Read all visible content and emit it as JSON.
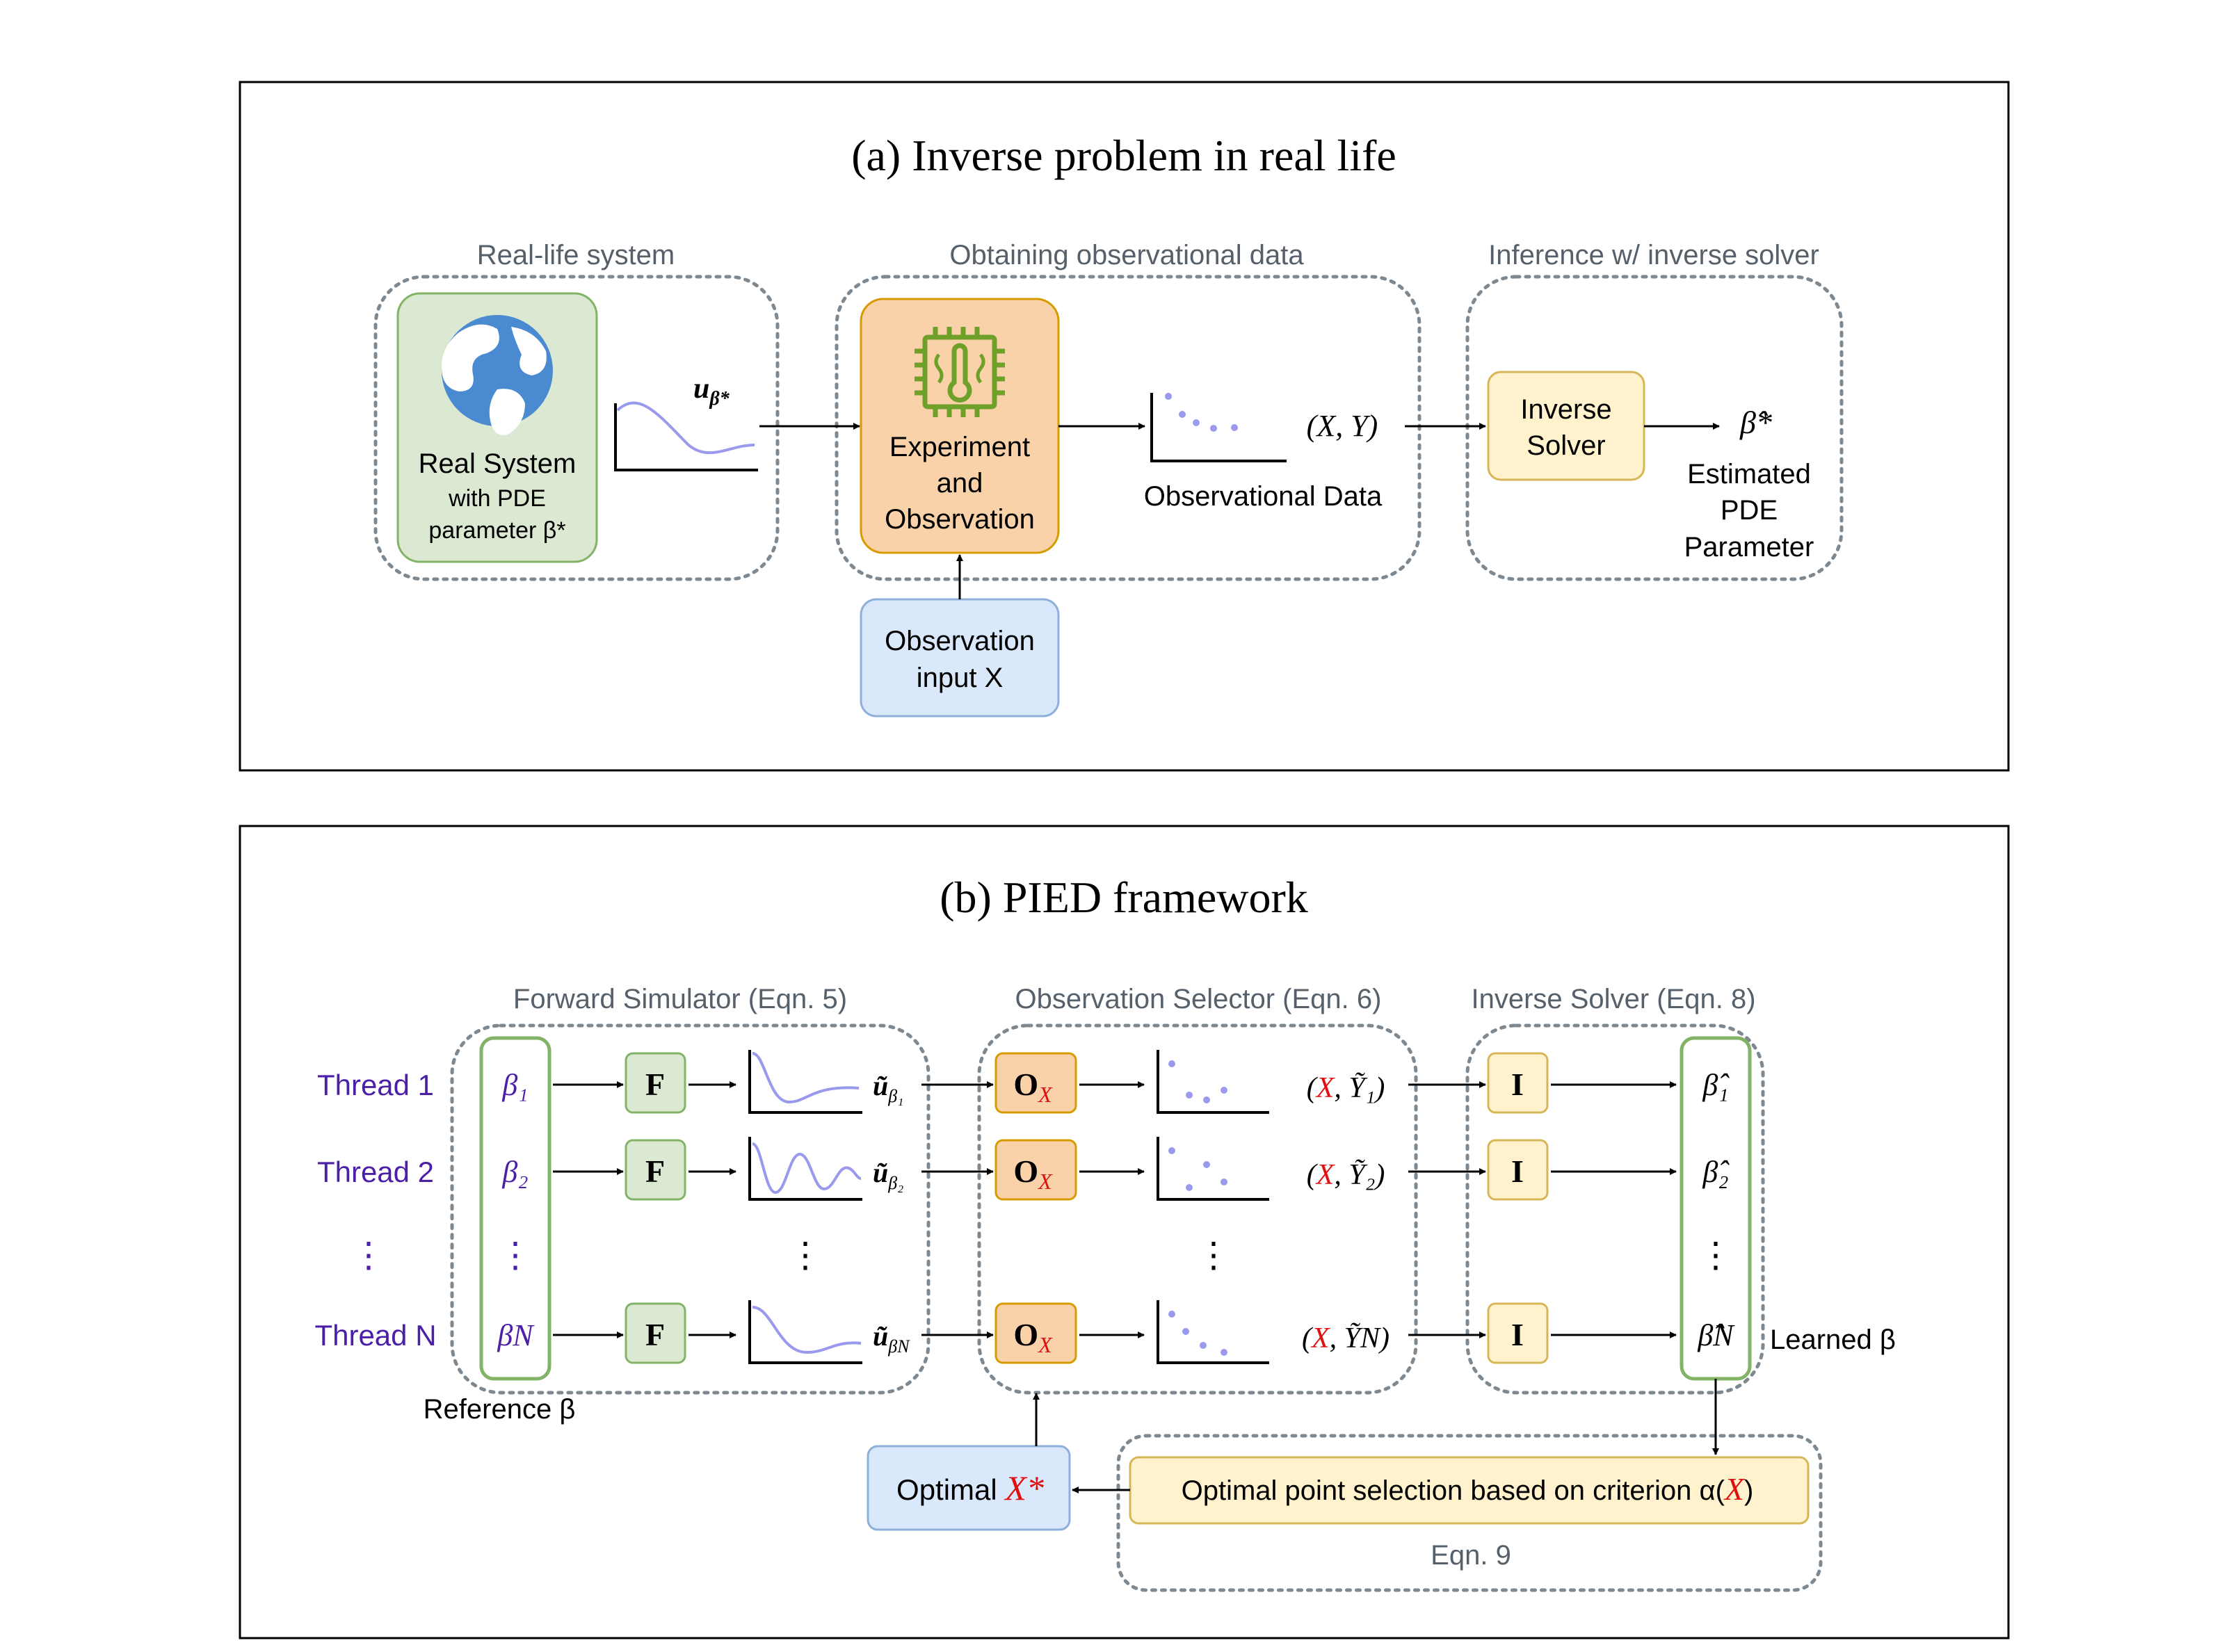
{
  "panel_a": {
    "title": "(a) Inverse problem in real life",
    "group_real": "Real-life system",
    "group_obs": "Obtaining observational data",
    "group_inf": "Inference w/ inverse solver",
    "real_system": {
      "line1": "Real System",
      "line2": "with PDE",
      "line3": "parameter β*"
    },
    "u_label": "u",
    "u_sub": "β*",
    "experiment": {
      "line1": "Experiment",
      "line2": "and",
      "line3": "Observation"
    },
    "obs_input": {
      "line1": "Observation",
      "line2": "input X"
    },
    "xy_label": "(X, Y)",
    "obs_data_label": "Observational Data",
    "inverse_solver": {
      "line1": "Inverse",
      "line2": "Solver"
    },
    "beta_hat": "β̂*",
    "estimated": {
      "line1": "Estimated",
      "line2": "PDE",
      "line3": "Parameter"
    }
  },
  "panel_b": {
    "title": "(b) PIED framework",
    "group_forward": "Forward Simulator (Eqn. 5)",
    "group_selector": "Observation Selector (Eqn. 6)",
    "group_inverse": "Inverse Solver (Eqn. 8)",
    "threads": [
      {
        "label": "Thread 1",
        "beta": "β₁",
        "F": "F",
        "u": "ũ",
        "u_sub": "β₁",
        "O": "O",
        "O_sub": "X",
        "pair_x": "X",
        "pair_y": "Ỹ₁",
        "I": "I",
        "beta_hat": "β̂₁"
      },
      {
        "label": "Thread 2",
        "beta": "β₂",
        "F": "F",
        "u": "ũ",
        "u_sub": "β₂",
        "O": "O",
        "O_sub": "X",
        "pair_x": "X",
        "pair_y": "Ỹ₂",
        "I": "I",
        "beta_hat": "β̂₂"
      },
      {
        "label": "Thread N",
        "beta": "βN",
        "F": "F",
        "u": "ũ",
        "u_sub": "βN",
        "O": "O",
        "O_sub": "X",
        "pair_x": "X",
        "pair_y": "ỸN",
        "I": "I",
        "beta_hat": "β̂N"
      }
    ],
    "dots": "⋮",
    "reference_beta": "Reference β",
    "learned_beta": "Learned β",
    "optimal": {
      "text": "Optimal ",
      "x": "X*"
    },
    "criterion": {
      "text": "Optimal point selection based on criterion α(",
      "x": "X",
      "close": ")"
    },
    "eqn9": "Eqn. 9"
  },
  "colors": {
    "green_fill": "#dbe9d3",
    "green_stroke": "#82b366",
    "orange_fill": "#f9d2a9",
    "orange_stroke": "#d79b00",
    "blue_fill": "#dae8fc",
    "blue_stroke": "#8fb0d8",
    "yellow_fill": "#fff2cc",
    "yellow_stroke": "#d6b656",
    "purple": "#4b1fa8",
    "red": "#e01010",
    "curve": "#9999ee"
  }
}
